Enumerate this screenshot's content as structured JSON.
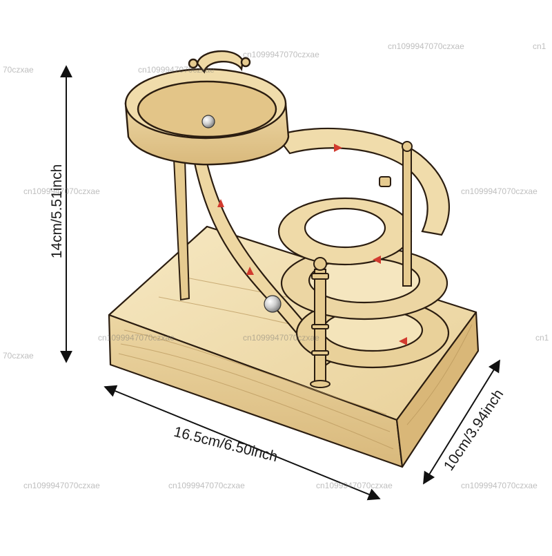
{
  "product": {
    "name": "wooden marble run toy with spiral track",
    "colors": {
      "wood_light": "#f3e2b6",
      "wood_mid": "#e8cf95",
      "wood_dark": "#d7b676",
      "outline": "#2b1d10",
      "arrow_red": "#d23b2f",
      "ball": "#c9c9c9"
    },
    "icons": [
      "marble-ball",
      "direction-arrow",
      "dimension-arrow"
    ]
  },
  "dimensions": {
    "height_label": "14cm/5.51inch",
    "width_label": "16.5cm/6.50inch",
    "depth_label": "10cm/3.94inch"
  },
  "watermarks": [
    "cn1099947070czxae",
    "70czxae",
    "cn1099947070czxae",
    "cn1",
    "cn1099947070czxae",
    "cn1099947070czxae",
    "cn1099947070czxae",
    "cn1099947070czxae",
    "70czxae",
    "cn1",
    "cn1099947070czxae",
    "cn1099947070czxae",
    "cn1099947070czxae",
    "cn1099947070czxae",
    "cn1099947070czxae"
  ]
}
